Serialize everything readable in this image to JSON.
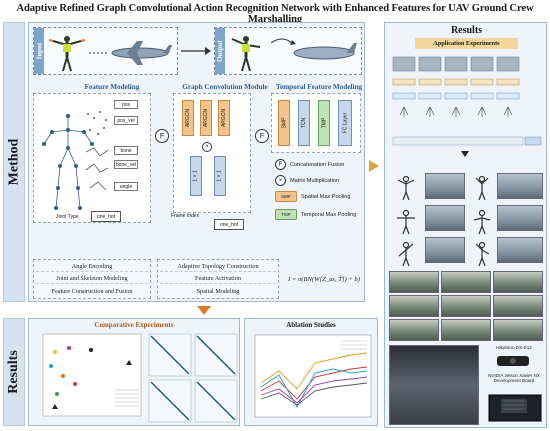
{
  "title": "Adaptive Refined Graph Convolutional Action Recognition Network with Enhanced Features for UAV Ground Crew Marshalling",
  "strips": {
    "method": "Method",
    "results": "Results"
  },
  "io": {
    "input": "Input",
    "output": "Output"
  },
  "sections": {
    "feature": "Feature Modeling",
    "graph": "Graph Convolution Module",
    "temporal": "Temporal Feature Modeling"
  },
  "feature_blocks": [
    "pos",
    "pos_vel",
    "bone",
    "bone_vel",
    "angle"
  ],
  "graph_blocks": [
    "ARGCN",
    "ARGCN",
    "ARGCN"
  ],
  "conv_blocks": [
    "1 × 1",
    "1 × 1"
  ],
  "temporal_blocks": [
    "SMP",
    "TCN",
    "TMP",
    "FC Layer"
  ],
  "operators": {
    "fusion": "F",
    "matmul": "×"
  },
  "labels": {
    "joint_type": "Joint Type",
    "frame_index": "Frame Index",
    "one_hot": "one_hot"
  },
  "legend": [
    {
      "symbol": "F",
      "text": "Concatenation Fusion"
    },
    {
      "symbol": "×",
      "text": "Matrix Multiplication"
    },
    {
      "swatch": "SMP",
      "text": "Spatial Max Pooling",
      "color": "#f3c48c"
    },
    {
      "swatch": "TMP",
      "text": "Temporal Max Pooling",
      "color": "#bfe3b6"
    }
  ],
  "bottom": {
    "feature": [
      "Angle Encoding",
      "Joint and Skeleton Modeling",
      "Feature Construction and Fusion"
    ],
    "graph": [
      "Adaptive Topology Construction",
      "Feature Activation",
      "Spatial Modeling"
    ],
    "formula": "I = σ(BN(W[Z_as, T̃]) + b)"
  },
  "right": {
    "title": "Results",
    "subtitle": "Application Experiments",
    "devices": [
      "Hikvision DS-E12",
      "NVIDIA Jetson Xavier NX Development Board"
    ]
  },
  "results_panels": {
    "comparative": "Comparative Experiments",
    "ablation": "Ablation Studies"
  },
  "colors": {
    "method_bg": "#eef4fa",
    "strip": "#d5e3f1",
    "argcn": "#f3c48c",
    "conv": "#c5d8ee",
    "tmp": "#bfe3b6",
    "accent_arrow": "#e07b24"
  }
}
